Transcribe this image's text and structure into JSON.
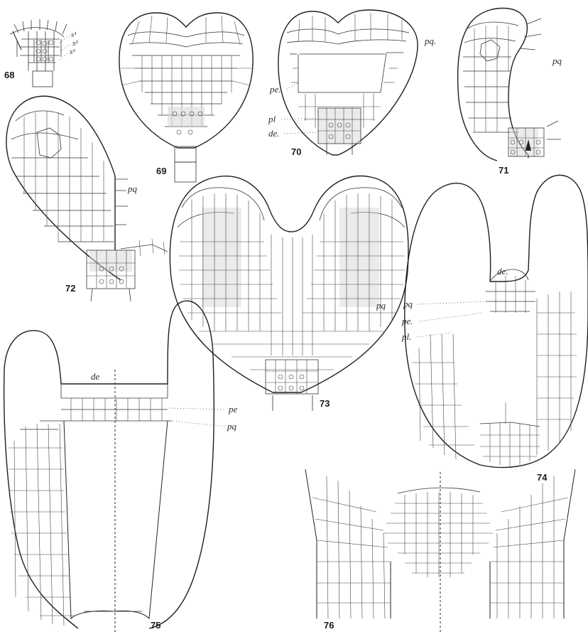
{
  "figures": [
    {
      "id": "fig-68",
      "number": "68",
      "labels": [
        "s¹",
        "s²",
        "s³"
      ]
    },
    {
      "id": "fig-69",
      "number": "69",
      "labels": []
    },
    {
      "id": "fig-70",
      "number": "70",
      "labels": [
        "pq.",
        "pe.",
        "pl",
        "de."
      ]
    },
    {
      "id": "fig-71",
      "number": "71",
      "labels": [
        "pq"
      ]
    },
    {
      "id": "fig-72",
      "number": "72",
      "labels": [
        "pq"
      ]
    },
    {
      "id": "fig-73",
      "number": "73",
      "labels": [
        "pq"
      ]
    },
    {
      "id": "fig-74",
      "number": "74",
      "labels": [
        "de.",
        "pq",
        "pe.",
        "pl."
      ]
    },
    {
      "id": "fig-75",
      "number": "75",
      "labels": [
        "de",
        "pe",
        "pq"
      ]
    },
    {
      "id": "fig-76",
      "number": "76",
      "labels": []
    }
  ]
}
